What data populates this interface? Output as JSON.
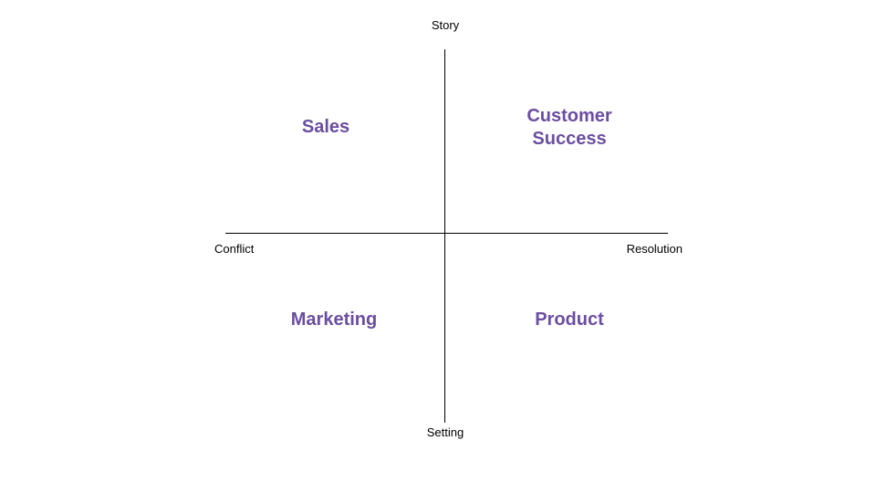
{
  "axes": {
    "top": "Story",
    "bottom": "Setting",
    "left": "Conflict",
    "right": "Resolution"
  },
  "quadrants": {
    "top_left": [
      "Sales"
    ],
    "top_right": [
      "Customer",
      "Success"
    ],
    "bottom_left": [
      "Marketing"
    ],
    "bottom_right": [
      "Product"
    ]
  },
  "colors": {
    "quadrant_text": "#6b4ea0",
    "axis": "#000000"
  }
}
